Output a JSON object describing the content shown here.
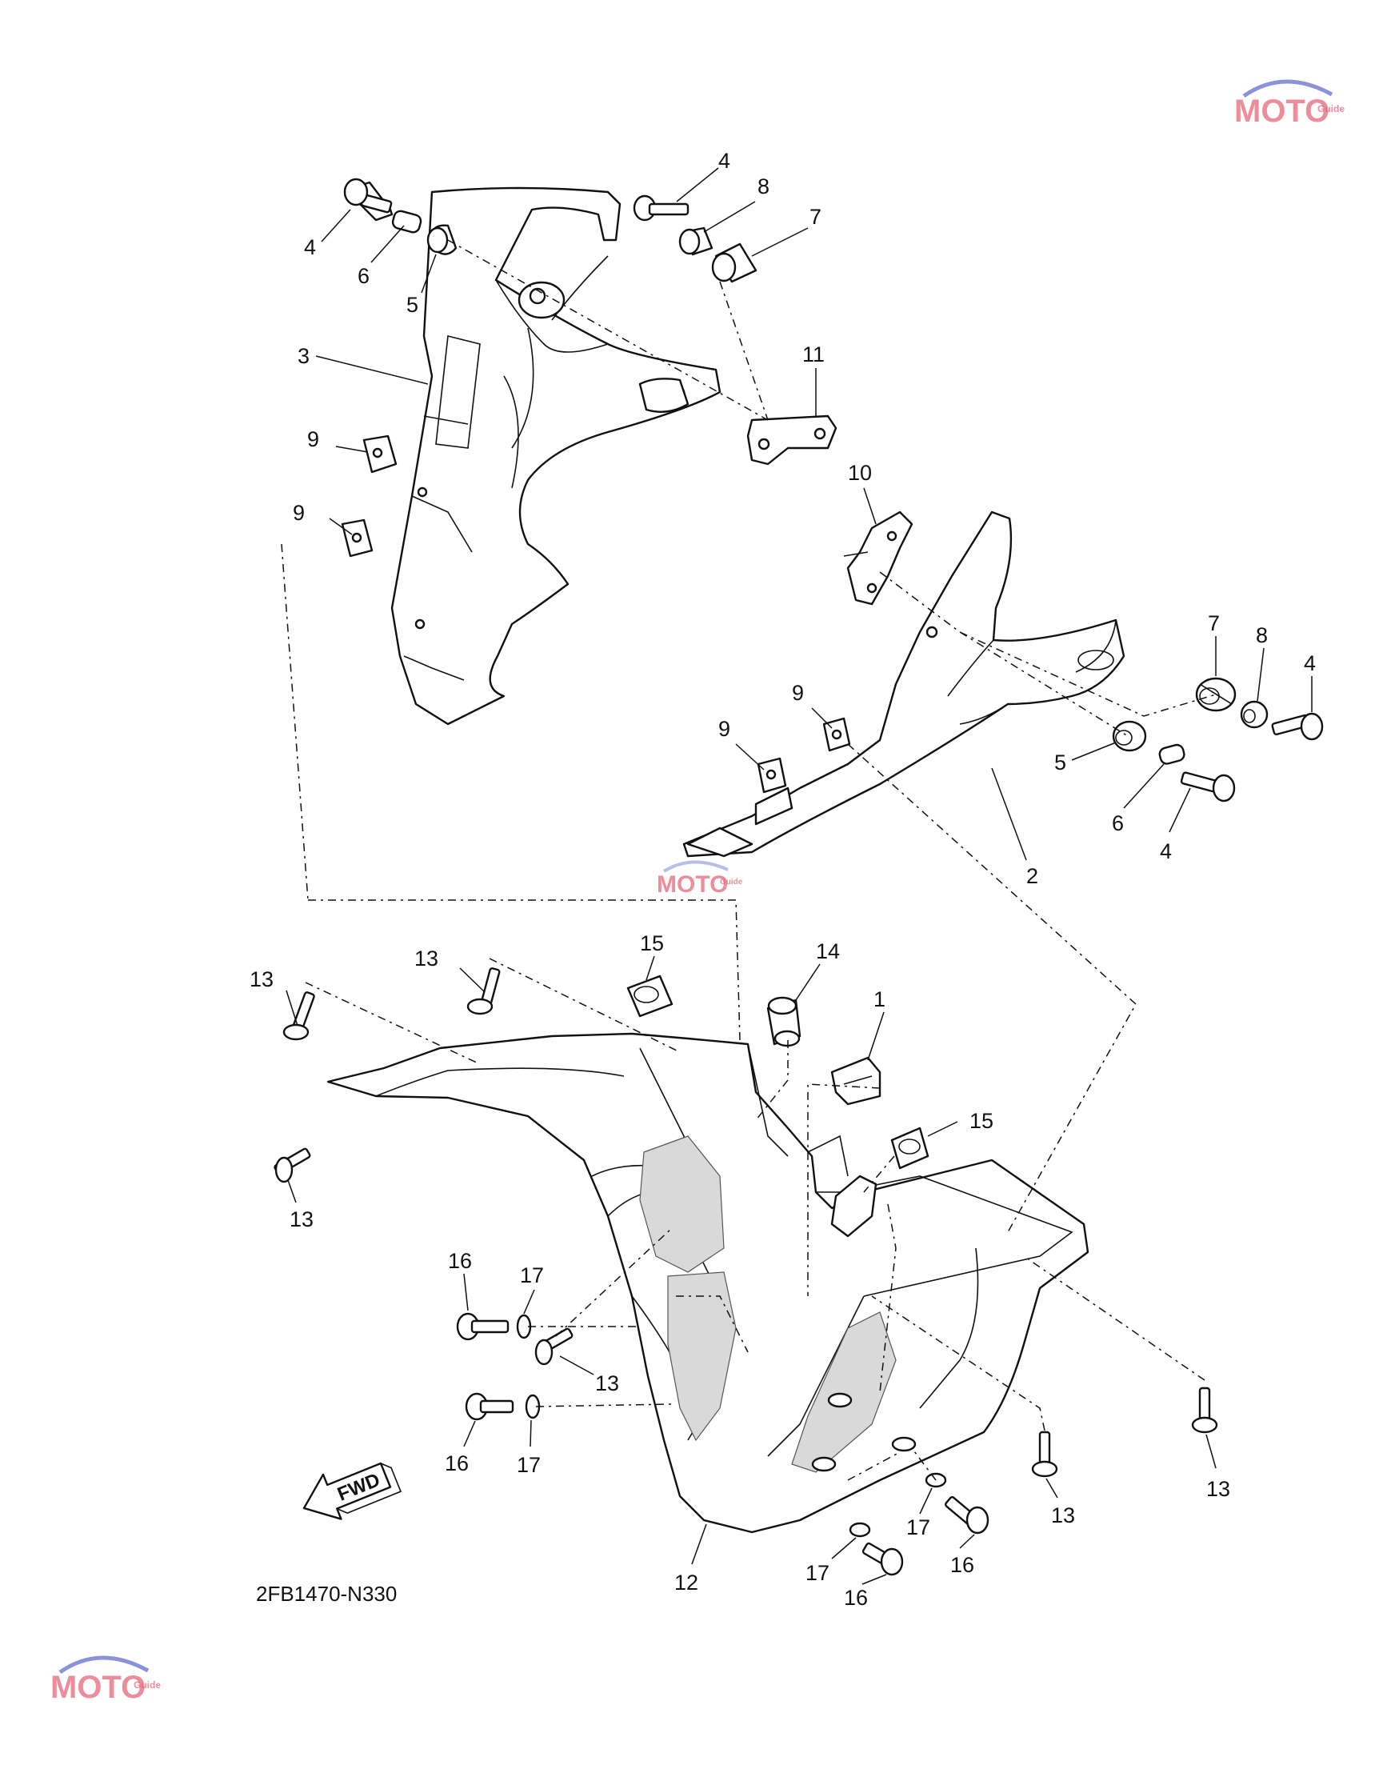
{
  "diagram_code": "2FB1470-N330",
  "fwd_label": "FWD",
  "watermark": {
    "text": "MOTO",
    "subtext": "Guide",
    "color": "#e5677a"
  },
  "callouts": [
    {
      "id": "c-4-a",
      "label": "4"
    },
    {
      "id": "c-6-a",
      "label": "6"
    },
    {
      "id": "c-5-a",
      "label": "5"
    },
    {
      "id": "c-4-b",
      "label": "4"
    },
    {
      "id": "c-8-a",
      "label": "8"
    },
    {
      "id": "c-7-a",
      "label": "7"
    },
    {
      "id": "c-3",
      "label": "3"
    },
    {
      "id": "c-11",
      "label": "11"
    },
    {
      "id": "c-9-a",
      "label": "9"
    },
    {
      "id": "c-9-b",
      "label": "9"
    },
    {
      "id": "c-10",
      "label": "10"
    },
    {
      "id": "c-9-c",
      "label": "9"
    },
    {
      "id": "c-9-d",
      "label": "9"
    },
    {
      "id": "c-7-b",
      "label": "7"
    },
    {
      "id": "c-8-b",
      "label": "8"
    },
    {
      "id": "c-4-c",
      "label": "4"
    },
    {
      "id": "c-5-b",
      "label": "5"
    },
    {
      "id": "c-6-b",
      "label": "6"
    },
    {
      "id": "c-4-d",
      "label": "4"
    },
    {
      "id": "c-2",
      "label": "2"
    },
    {
      "id": "c-15-a",
      "label": "15"
    },
    {
      "id": "c-14",
      "label": "14"
    },
    {
      "id": "c-1",
      "label": "1"
    },
    {
      "id": "c-13-a",
      "label": "13"
    },
    {
      "id": "c-13-b",
      "label": "13"
    },
    {
      "id": "c-15-b",
      "label": "15"
    },
    {
      "id": "c-13-c",
      "label": "13"
    },
    {
      "id": "c-16-a",
      "label": "16"
    },
    {
      "id": "c-17-a",
      "label": "17"
    },
    {
      "id": "c-13-d",
      "label": "13"
    },
    {
      "id": "c-16-b",
      "label": "16"
    },
    {
      "id": "c-17-b",
      "label": "17"
    },
    {
      "id": "c-13-e",
      "label": "13"
    },
    {
      "id": "c-13-f",
      "label": "13"
    },
    {
      "id": "c-17-c",
      "label": "17"
    },
    {
      "id": "c-16-c",
      "label": "16"
    },
    {
      "id": "c-17-d",
      "label": "17"
    },
    {
      "id": "c-16-d",
      "label": "16"
    },
    {
      "id": "c-12",
      "label": "12"
    }
  ]
}
